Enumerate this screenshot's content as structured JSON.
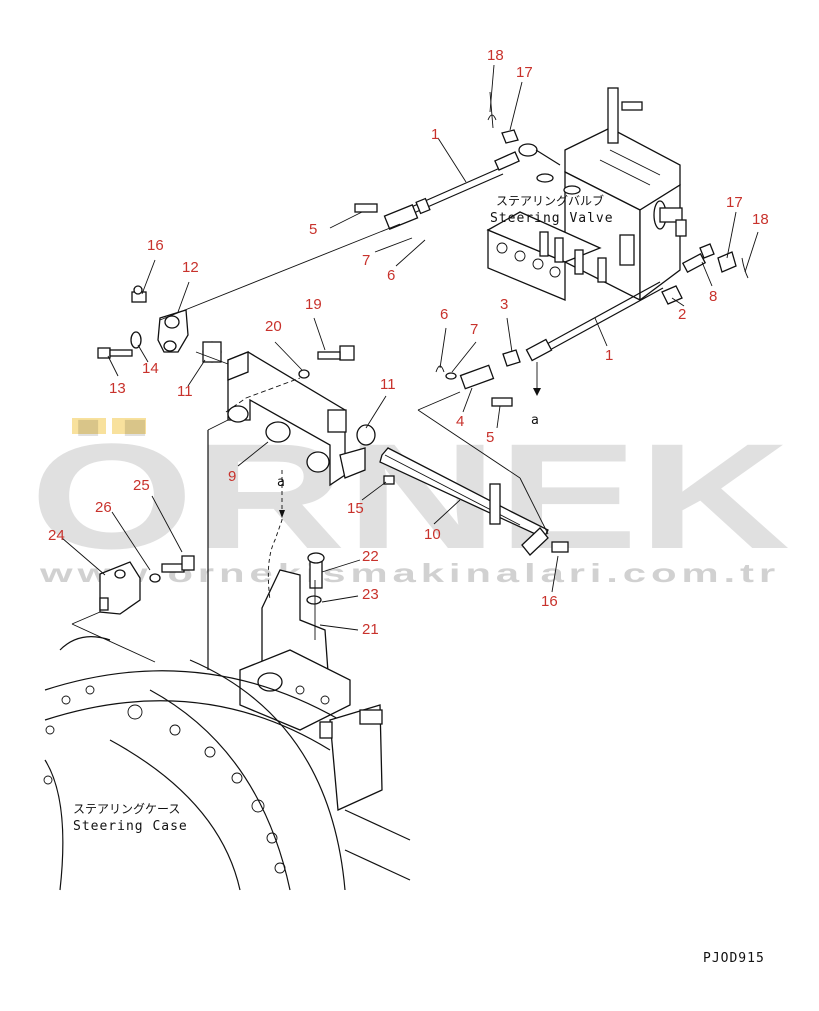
{
  "callouts": [
    {
      "id": "c18a",
      "label": "18"
    },
    {
      "id": "c17a",
      "label": "17"
    },
    {
      "id": "c1a",
      "label": "1"
    },
    {
      "id": "c5a",
      "label": "5"
    },
    {
      "id": "c7a",
      "label": "7"
    },
    {
      "id": "c6a",
      "label": "6"
    },
    {
      "id": "c17b",
      "label": "17"
    },
    {
      "id": "c18b",
      "label": "18"
    },
    {
      "id": "c8",
      "label": "8"
    },
    {
      "id": "c2",
      "label": "2"
    },
    {
      "id": "c1b",
      "label": "1"
    },
    {
      "id": "c16a",
      "label": "16"
    },
    {
      "id": "c12",
      "label": "12"
    },
    {
      "id": "c13",
      "label": "13"
    },
    {
      "id": "c14",
      "label": "14"
    },
    {
      "id": "c11a",
      "label": "11"
    },
    {
      "id": "c19",
      "label": "19"
    },
    {
      "id": "c20",
      "label": "20"
    },
    {
      "id": "c6b",
      "label": "6"
    },
    {
      "id": "c7b",
      "label": "7"
    },
    {
      "id": "c3",
      "label": "3"
    },
    {
      "id": "c4",
      "label": "4"
    },
    {
      "id": "c5b",
      "label": "5"
    },
    {
      "id": "c11b",
      "label": "11"
    },
    {
      "id": "c9",
      "label": "9"
    },
    {
      "id": "c15",
      "label": "15"
    },
    {
      "id": "c10",
      "label": "10"
    },
    {
      "id": "c25",
      "label": "25"
    },
    {
      "id": "c26",
      "label": "26"
    },
    {
      "id": "c24",
      "label": "24"
    },
    {
      "id": "c22",
      "label": "22"
    },
    {
      "id": "c23",
      "label": "23"
    },
    {
      "id": "c21",
      "label": "21"
    },
    {
      "id": "c16b",
      "label": "16"
    }
  ],
  "labels": {
    "steering_valve_jp": "ステアリングバルブ",
    "steering_valve_en": "Steering Valve",
    "steering_case_jp": "ステアリングケース",
    "steering_case_en": "Steering Case",
    "ref_a_top": "a",
    "ref_a_bottom": "a",
    "drawing_code": "PJOD915"
  },
  "watermark": {
    "brand": "ÖRNEK",
    "url": "www.ornekismakinalari.com.tr",
    "accent_color": "#f2c94c"
  }
}
